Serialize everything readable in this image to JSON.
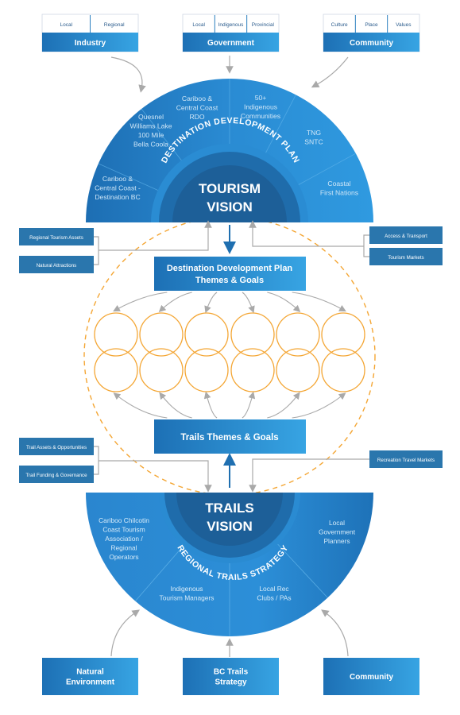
{
  "top_boxes": [
    {
      "title": "Industry",
      "tags": [
        "Local",
        "Regional"
      ]
    },
    {
      "title": "Government",
      "tags": [
        "Local",
        "Indigenous",
        "Provincial"
      ]
    },
    {
      "title": "Community",
      "tags": [
        "Culture",
        "Place",
        "Values"
      ]
    }
  ],
  "tourism_segments": [
    {
      "lines": [
        "Cariboo &",
        "Central Coast -",
        "Destination BC"
      ]
    },
    {
      "lines": [
        "Quesnel",
        "Williams Lake",
        "100 Mile",
        "Bella Coola"
      ]
    },
    {
      "lines": [
        "Cariboo &",
        "Central Coast",
        "RDO"
      ]
    },
    {
      "lines": [
        "50+",
        "Indigenous",
        "Communities"
      ]
    },
    {
      "lines": [
        "TNG",
        "SNTC"
      ]
    },
    {
      "lines": [
        "Coastal",
        "First Nations"
      ]
    }
  ],
  "tourism_arc_label": "DESTINATION DEVELOPMENT PLAN",
  "tourism_vision": [
    "TOURISM",
    "VISION"
  ],
  "left_upper_tags": [
    "Regional Tourism Assets",
    "Natural Attractions"
  ],
  "right_upper_tags": [
    "Access & Transport",
    "Tourism Markets"
  ],
  "ddp_box": [
    "Destination Development Plan",
    "Themes & Goals"
  ],
  "trails_box": "Trails Themes & Goals",
  "left_lower_tags": [
    "Trail Assets & Opportunities",
    "Trail Funding & Governance"
  ],
  "right_lower_tags": [
    "Recreation Travel Markets"
  ],
  "trails_vision": [
    "TRAILS",
    "VISION"
  ],
  "trails_arc_label": "REGIONAL TRAILS STRATEGY",
  "trails_segments": [
    {
      "lines": [
        "Cariboo Chilcotin",
        "Coast Tourism",
        "Association /",
        "Regional",
        "Operators"
      ]
    },
    {
      "lines": [
        "Indigenous",
        "Tourism Managers"
      ]
    },
    {
      "lines": [
        "Local Rec",
        "Clubs / PAs"
      ]
    },
    {
      "lines": [
        "Local",
        "Government",
        "Planners"
      ]
    }
  ],
  "bottom_boxes": [
    {
      "lines": [
        "Natural",
        "Environment"
      ]
    },
    {
      "lines": [
        "BC Trails",
        "Strategy"
      ]
    },
    {
      "lines": [
        "Community"
      ]
    }
  ],
  "colors": {
    "dark_blue": "#1f6fb0",
    "mid_blue": "#2b8fd6",
    "light_blue": "#3aa6e4",
    "box_teal": "#2f7fb5",
    "orange": "#f4a634",
    "arrow_gray": "#a9a9a9"
  }
}
